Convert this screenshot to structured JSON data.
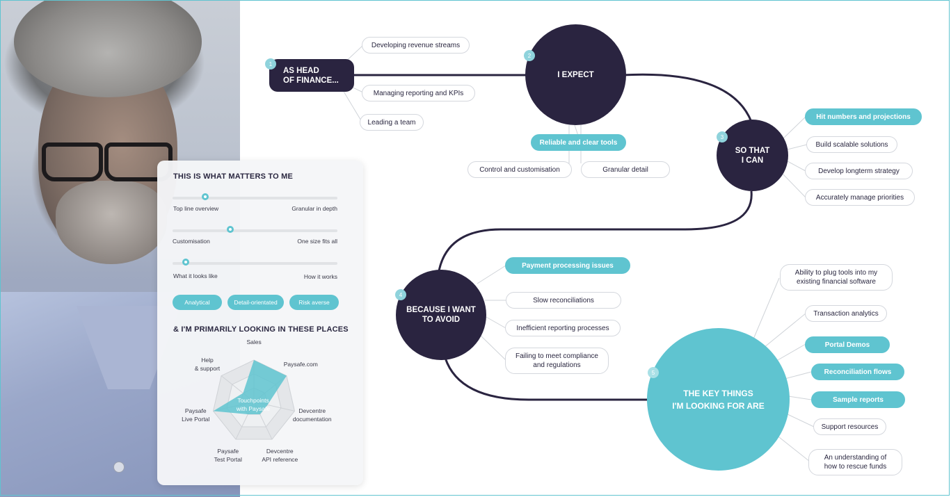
{
  "colors": {
    "navy": "#2a2440",
    "teal": "#5fc4d0",
    "line": "#cfd3d8"
  },
  "steps": [
    {
      "num": "1",
      "title": "AS HEAD\nOF FINANCE..."
    },
    {
      "num": "2",
      "title": "I EXPECT"
    },
    {
      "num": "3",
      "title": "SO THAT\nI CAN"
    },
    {
      "num": "4",
      "title": "BECAUSE I WANT\nTO AVOID"
    },
    {
      "num": "5",
      "title": "THE KEY THINGS\nI'M LOOKING FOR ARE"
    }
  ],
  "tags": {
    "step1": [
      "Developing revenue streams",
      "Managing reporting and KPIs",
      "Leading a team"
    ],
    "step2": [
      "Reliable and clear tools",
      "Control and customisation",
      "Granular detail"
    ],
    "step3": [
      "Hit numbers and projections",
      "Build scalable solutions",
      "Develop longterm strategy",
      "Accurately manage priorities"
    ],
    "step4": [
      "Payment processing issues",
      "Slow reconciliations",
      "Inefficient reporting processes",
      "Failing to meet compliance\nand regulations"
    ],
    "step5": [
      "Ability to plug tools into my\nexisting financial software",
      "Transaction analytics",
      "Portal Demos",
      "Reconciliation flows",
      "Sample reports",
      "Support resources",
      "An understanding of\nhow to rescue funds"
    ]
  },
  "card": {
    "title": "THIS IS WHAT MATTERS TO ME",
    "sliders": [
      {
        "left": "Top line overview",
        "right": "Granular in depth",
        "value": 0.2
      },
      {
        "left": "Customisation",
        "right": "One size fits all",
        "value": 0.35
      },
      {
        "left": "What it looks like",
        "right": "How it works",
        "value": 0.08
      }
    ],
    "traits": [
      "Analytical",
      "Detail-orientated",
      "Risk averse"
    ],
    "places_title": "& I'M PRIMARILY LOOKING IN THESE PLACES",
    "radar_center": "Touchpoints\nwith Paysafe"
  },
  "chart_data": {
    "type": "radar",
    "axes": [
      "Sales",
      "Paysafe.com",
      "Devcentre\ndocumentation",
      "Devcentre\nAPI reference",
      "Paysafe\nTest Portal",
      "Paysafe\nLive Portal",
      "Help\n& support"
    ],
    "levels": 3,
    "values": [
      3,
      3,
      1,
      1,
      1,
      3,
      1
    ]
  }
}
